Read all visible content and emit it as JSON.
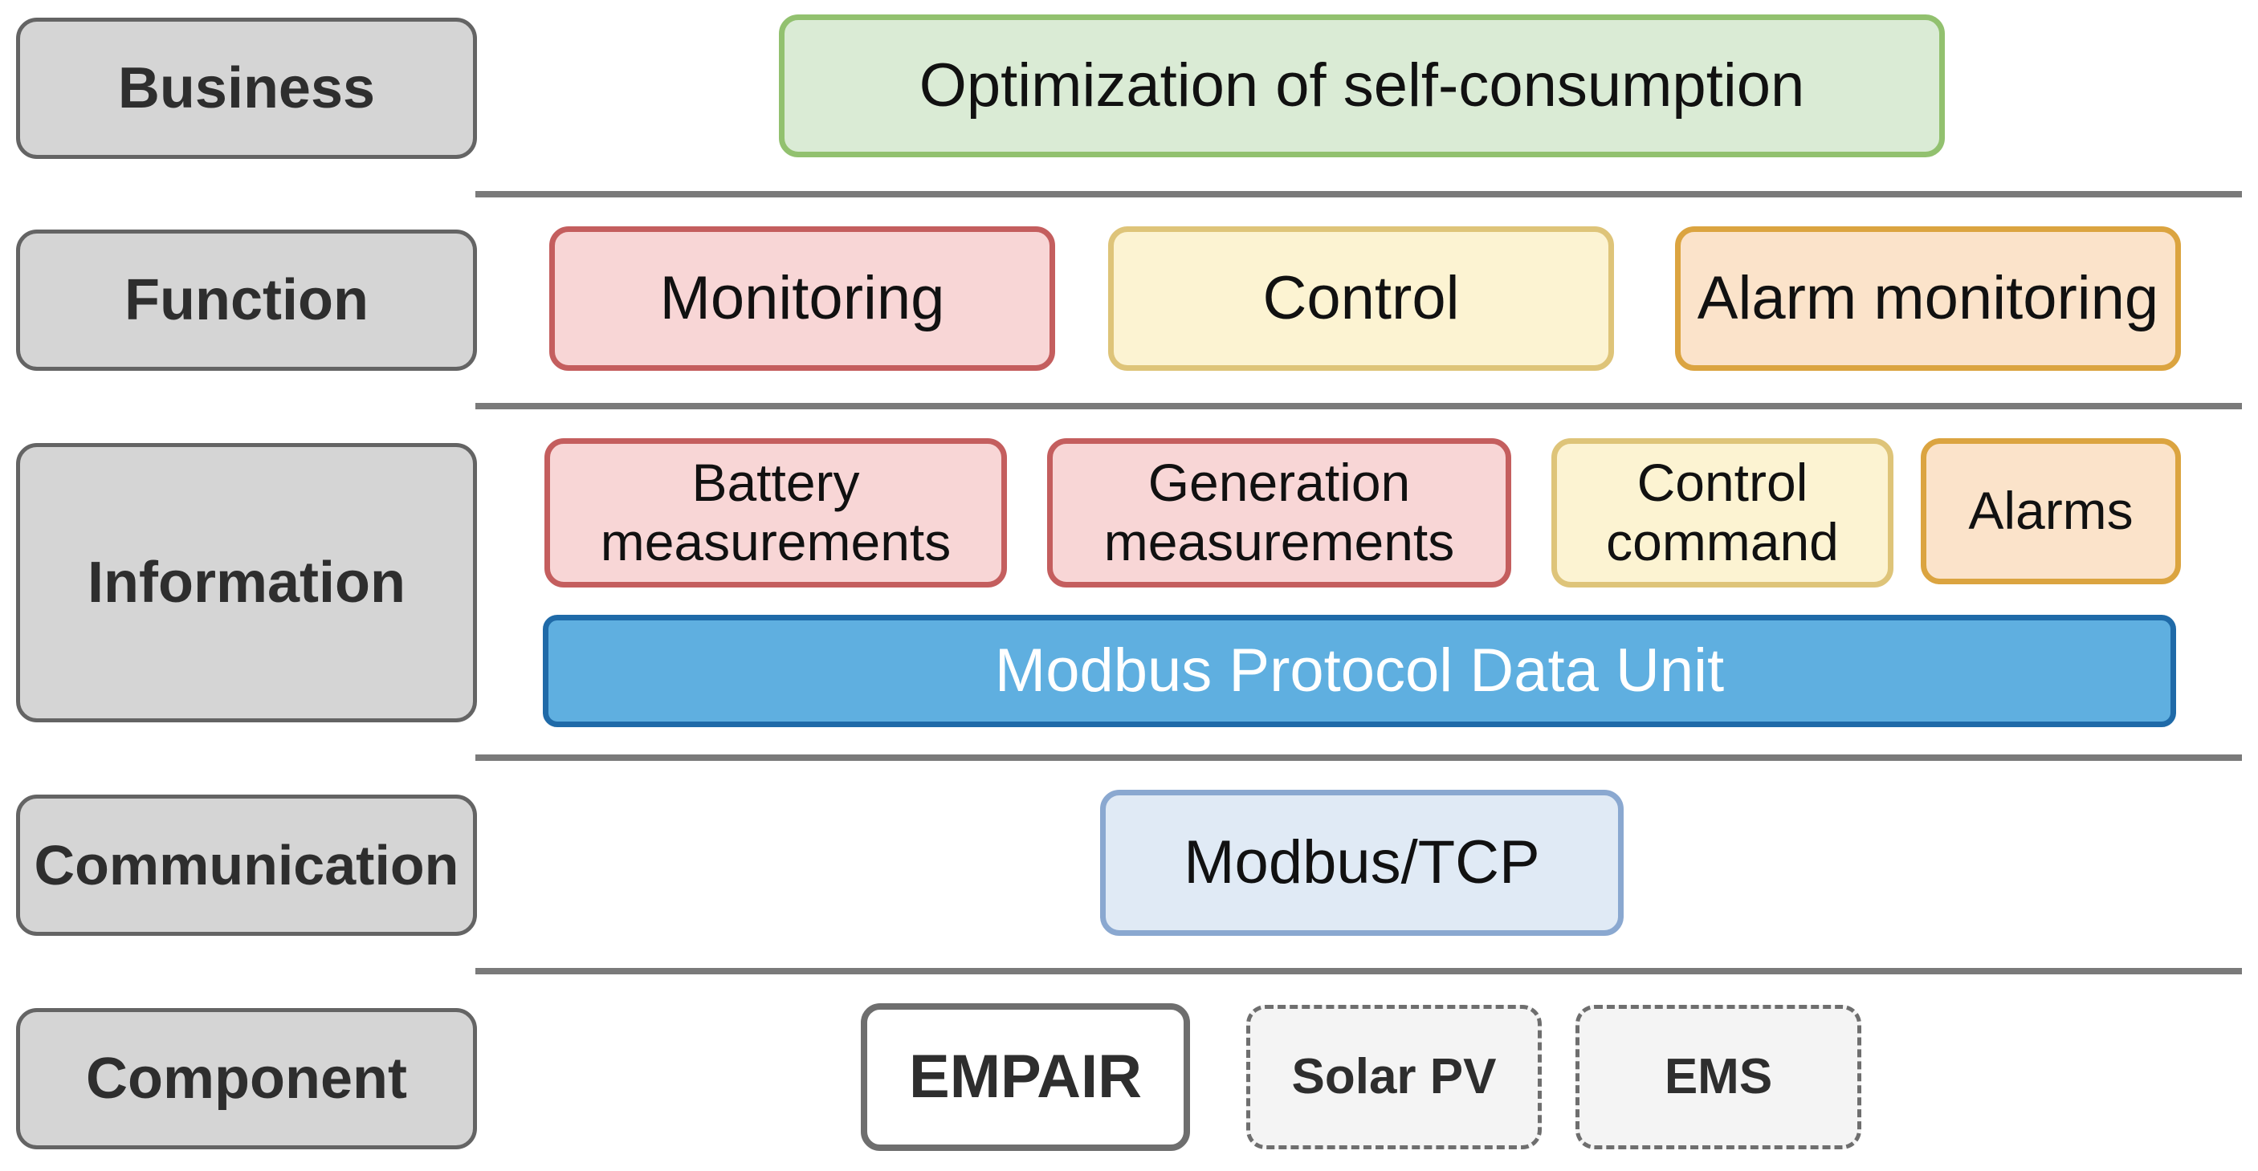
{
  "layers": {
    "business": "Business",
    "function": "Function",
    "information": "Information",
    "communication": "Communication",
    "component": "Component"
  },
  "business": {
    "goal": "Optimization of self-consumption"
  },
  "function": {
    "monitoring": "Monitoring",
    "control": "Control",
    "alarm_monitoring": "Alarm monitoring"
  },
  "information": {
    "battery": "Battery\nmeasurements",
    "generation": "Generation\nmeasurements",
    "control_command": "Control\ncommand",
    "alarms": "Alarms",
    "pdu": "Modbus Protocol Data Unit"
  },
  "communication": {
    "protocol": "Modbus/TCP"
  },
  "component": {
    "main": "EMPAIR",
    "solar": "Solar PV",
    "ems": "EMS"
  },
  "colors": {
    "layer_fill": "#d5d5d5",
    "green": "#daebd5",
    "red": "#f8d6d6",
    "yellow": "#fcf3d2",
    "orange": "#fbe3ca",
    "blue": "#5fafe0",
    "light_blue": "#e0eaf5"
  }
}
